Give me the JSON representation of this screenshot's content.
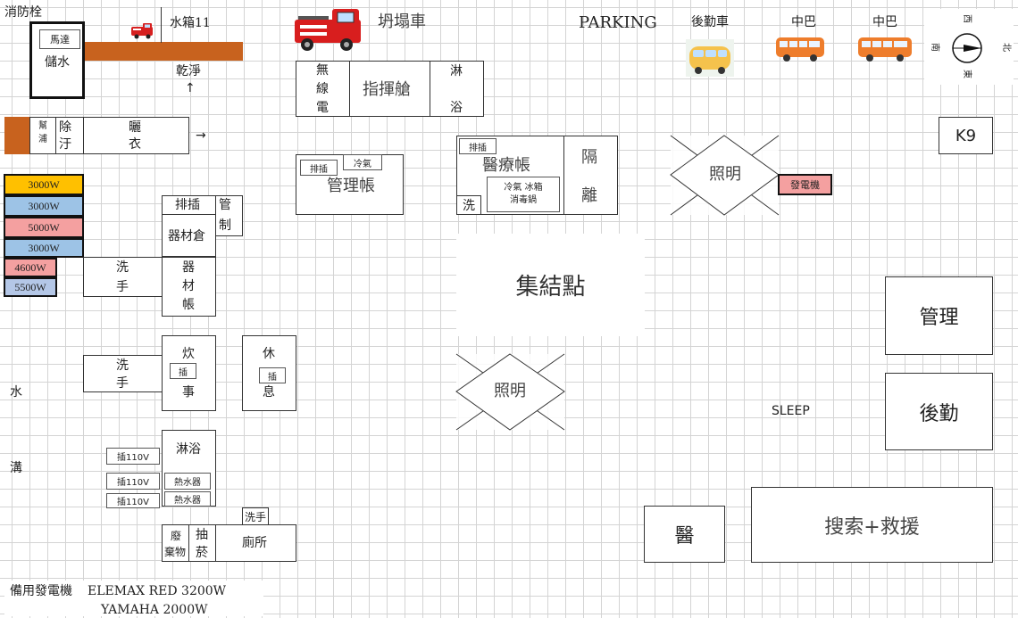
{
  "colors": {
    "grid": "#d4d4d4",
    "hose": "#c8621e",
    "watt_orange": "#ffc000",
    "watt_blue": "#9dc3e6",
    "watt_red": "#f4a0a0",
    "generator": "#f4a0a0"
  },
  "top": {
    "hydrant": "消防栓",
    "motor": "馬達",
    "water_storage": "儲水",
    "water_tank": "水箱11",
    "clean": "乾淨",
    "collapse_truck": "坍塌車",
    "parking": "PARKING",
    "logistics_vehicle": "後勤車",
    "bus1": "中巴",
    "bus2": "中巴",
    "compass": {
      "north": "北",
      "south": "南",
      "east": "東",
      "west": "西"
    }
  },
  "left_column": {
    "pump": [
      "幫",
      "浦"
    ],
    "decon": [
      "除",
      "汙"
    ],
    "dry_clothes": [
      "曬",
      "衣"
    ],
    "watts": [
      "3000W",
      "3000W",
      "5000W",
      "3000W",
      "4600W",
      "5500W"
    ],
    "water_ditch": [
      "水",
      "溝"
    ]
  },
  "facilities": {
    "radio": [
      "無",
      "線",
      "電"
    ],
    "command": "指揮艙",
    "shower_top": [
      "淋",
      "浴"
    ],
    "outlet": "排插",
    "aircon": "冷氣",
    "management_tent": "管理帳",
    "medical_outlet": "排插",
    "medical_tent": "醫療帳",
    "medical_fridge": "冷氣 冰箱",
    "sterilizer": "消毒鍋",
    "wash_small": "洗",
    "isolation": [
      "隔",
      "離"
    ],
    "equip_outlet": "排插",
    "equip_store": "器材倉",
    "control": [
      "管",
      "制"
    ],
    "handwash1": [
      "洗",
      "手"
    ],
    "equip_tent": [
      "器",
      "材",
      "帳"
    ],
    "handwash2": [
      "洗",
      "手"
    ],
    "cook": [
      "炊",
      "事"
    ],
    "cook_plug": "插",
    "rest": [
      "休",
      "息"
    ],
    "rest_plug": "插",
    "shower": "淋浴",
    "plugs_110": [
      "插110V",
      "插110V",
      "插110V"
    ],
    "heaters": [
      "熱水器",
      "熱水器"
    ],
    "handwash3": "洗手",
    "waste": [
      "廢",
      "棄物"
    ],
    "smoking": [
      "抽",
      "菸"
    ],
    "toilet": "廁所"
  },
  "center": {
    "lighting1": "照明",
    "generator": "發電機",
    "assembly": "集結點",
    "lighting2": "照明",
    "sleep": "SLEEP"
  },
  "right": {
    "k9": "K9",
    "management": "管理",
    "logistics": "後勤",
    "medical": "醫",
    "search_rescue": "搜索+救援"
  },
  "footer": {
    "backup_generator": "備用發電機",
    "gen1": "ELEMAX RED 3200W",
    "gen2": "YAMAHA 2000W"
  }
}
